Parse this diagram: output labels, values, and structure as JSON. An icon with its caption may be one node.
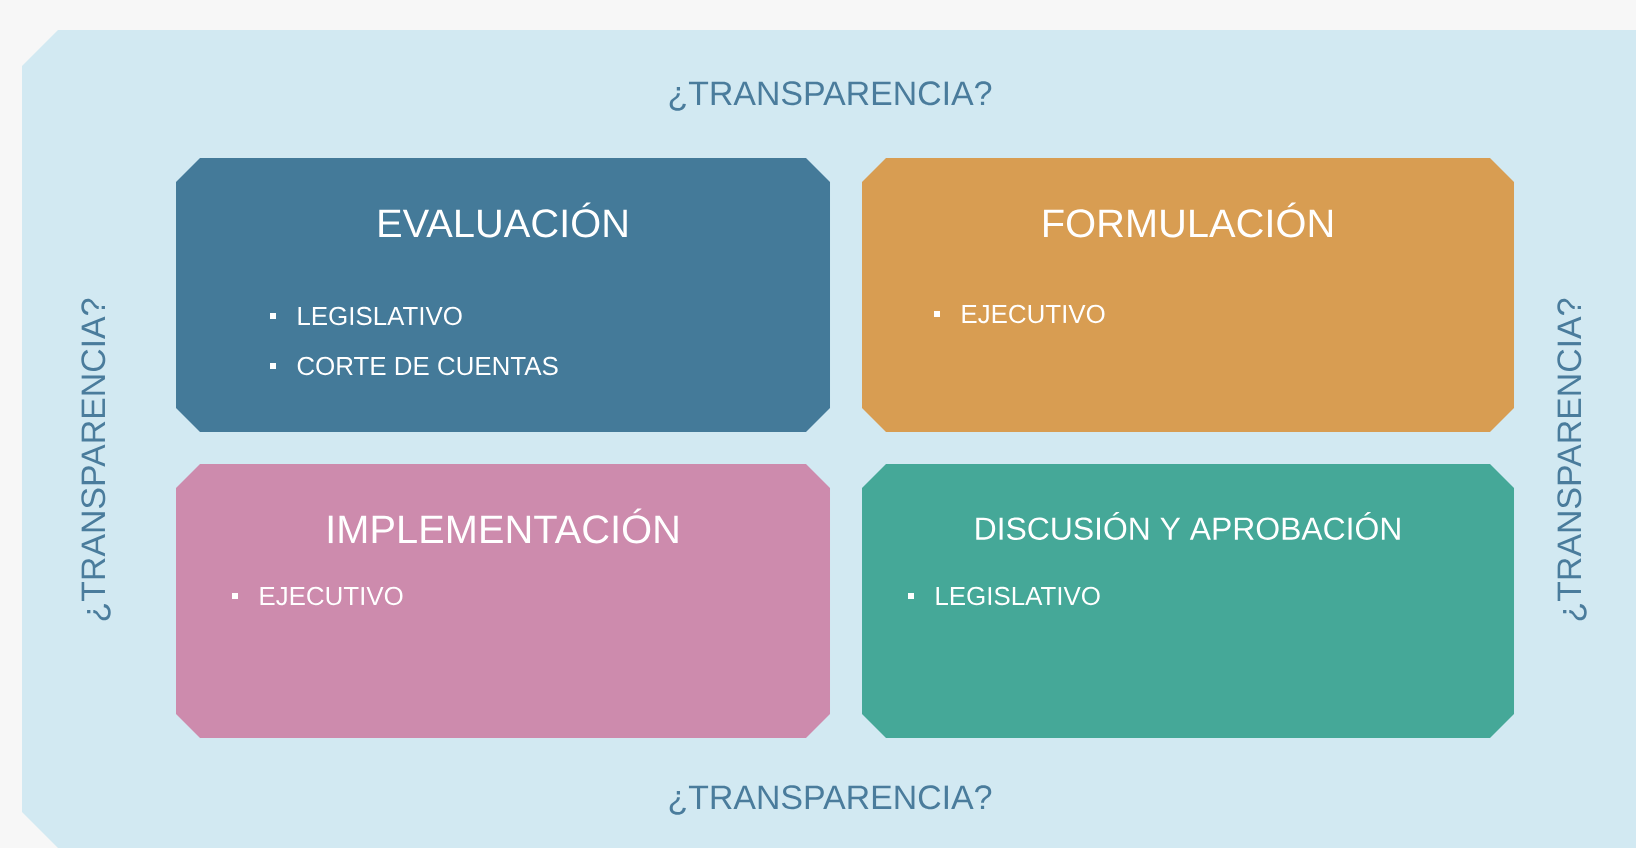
{
  "diagram": {
    "nodes": [
      {
        "text": [
          "¿TRANSPARENCIA?",
          "¿TRANSPARENCIA?",
          "¿TRANSPARENCIA?",
          "¿TRANSPARENCIA?"
        ]
      },
      {
        "text": [
          "EVALUACIÓN",
          "LEGISLATIVO",
          "CORTE DE CUENTAS"
        ],
        "in": 0
      },
      {
        "text": [
          "FORMULACIÓN",
          "EJECUTIVO"
        ],
        "in": 0
      },
      {
        "text": [
          "IMPLEMENTACIÓN",
          "EJECUTIVO"
        ],
        "in": 0
      },
      {
        "text": [
          "DISCUSIÓN Y APROBACIÓN",
          "LEGISLATIVO"
        ],
        "in": 0
      }
    ]
  }
}
